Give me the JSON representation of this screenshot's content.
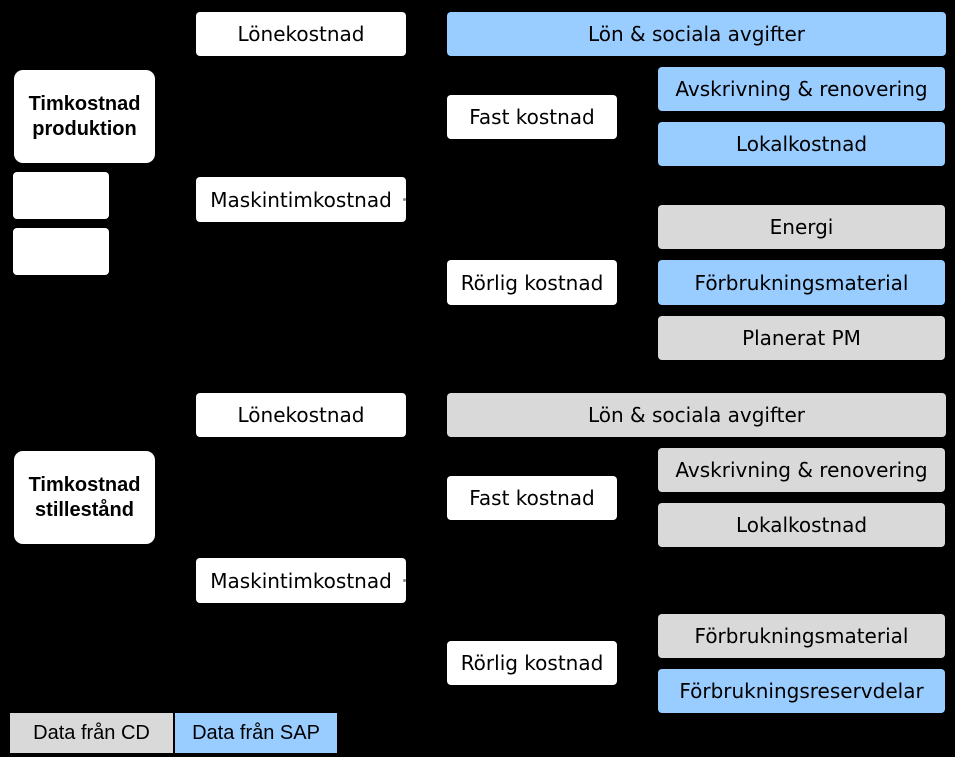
{
  "colors": {
    "background": "#000000",
    "white_box": "#ffffff",
    "sap_blue": "#99ccff",
    "cd_gray": "#d9d9d9"
  },
  "production": {
    "root_label": "Timkostnad\nproduktion",
    "lonekostnad": "Lönekostnad",
    "maskintimkostnad": "Maskintimkostnad",
    "fast_kostnad": "Fast kostnad",
    "rorlig_kostnad": "Rörlig kostnad",
    "lon_sociala": "Lön & sociala avgifter",
    "avskrivning": "Avskrivning & renovering",
    "lokalkostnad": "Lokalkostnad",
    "energi": "Energi",
    "forbrukningsmaterial": "Förbrukningsmaterial",
    "planerat_pm": "Planerat PM"
  },
  "standstill": {
    "root_label": "Timkostnad\nstillestånd",
    "lonekostnad": "Lönekostnad",
    "maskintimkostnad": "Maskintimkostnad",
    "fast_kostnad": "Fast kostnad",
    "rorlig_kostnad": "Rörlig kostnad",
    "lon_sociala": "Lön & sociala avgifter",
    "avskrivning": "Avskrivning & renovering",
    "lokalkostnad": "Lokalkostnad",
    "forbrukningsmaterial": "Förbrukningsmaterial",
    "forbrukningsreservdelar": "Förbrukningsreservdelar"
  },
  "legend": {
    "cd_label": "Data från CD",
    "sap_label": "Data från SAP"
  }
}
